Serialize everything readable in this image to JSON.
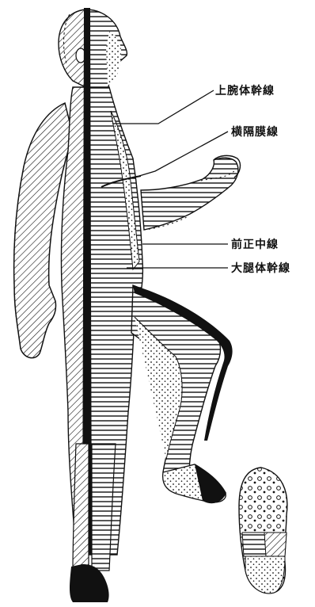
{
  "labels": {
    "upper_arm_trunk_line": "上腕体幹線",
    "diaphragm_line": "横隔膜線",
    "anterior_midline": "前正中線",
    "thigh_trunk_line": "大腿体幹線"
  },
  "colors": {
    "ink": "#111111",
    "paper": "#ffffff"
  },
  "icons": {
    "figure": "dermatome-body-figure",
    "sole": "foot-sole-figure"
  }
}
